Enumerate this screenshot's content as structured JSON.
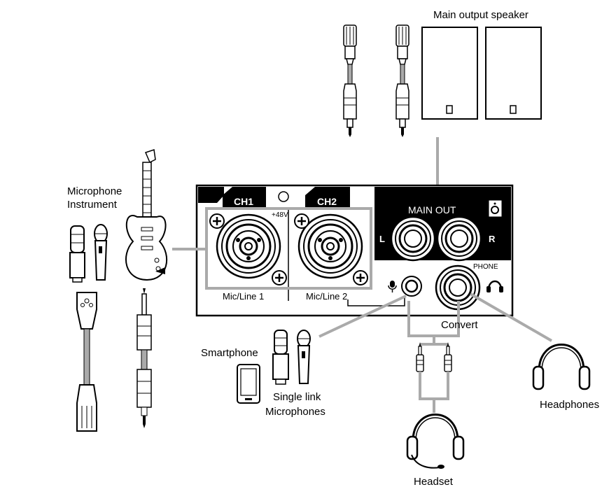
{
  "labels": {
    "main_output_speaker": "Main output speaker",
    "microphone": "Microphone",
    "instrument": "Instrument",
    "smartphone": "Smartphone",
    "single_link": "Single link",
    "microphones": "Microphones",
    "convert": "Convert",
    "headphones": "Headphones",
    "headset": "Headset"
  },
  "panel": {
    "ch1": "CH1",
    "ch2": "CH2",
    "phantom": "+48V",
    "mic_line_1": "Mic/Line 1",
    "mic_line_2": "Mic/Line 2",
    "main_out": "MAIN OUT",
    "left": "L",
    "right": "R",
    "phone": "PHONE"
  },
  "icons": [
    "speaker-icon",
    "microphone-icon",
    "headphones-icon"
  ],
  "colors": {
    "line": "#000000",
    "connector": "#aaaaaa",
    "panel_dark": "#000000",
    "panel_light": "#ffffff"
  }
}
